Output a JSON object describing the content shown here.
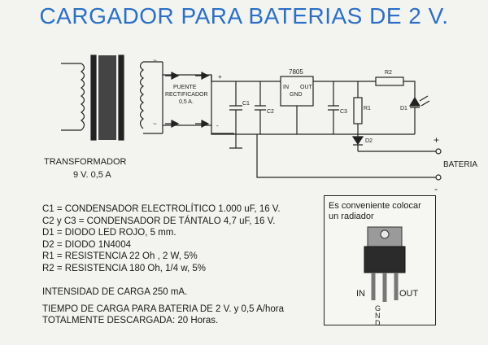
{
  "title": "CARGADOR PARA BATERIAS DE 2 V.",
  "schematic": {
    "rectifier": [
      "PUENTE",
      "RECTIFICADOR",
      "0,5 A."
    ],
    "regulator": "7805",
    "reg_in": "IN",
    "reg_out": "OUT",
    "reg_gnd": "GND",
    "c1": "C1",
    "c2": "C2",
    "c3": "C3",
    "r1": "R1",
    "r2": "R2",
    "d1": "D1",
    "d2": "D2",
    "plus_top": "+",
    "plus_batt": "+",
    "minus_batt": "-",
    "tilde_top": "~",
    "tilde_bottom": "~",
    "minus_bridge": "-",
    "battery": "BATERIA",
    "transformer": "TRANSFORMADOR",
    "transformer_spec": "9 V. 0,5 A"
  },
  "legend": [
    "C1 = CONDENSADOR ELECTROLÍTICO 1.000 uF, 16 V.",
    "C2 y C3 = CONDENSADOR DE TÁNTALO 4,7 uF, 16 V.",
    "D1 = DIODO LED ROJO, 5 mm.",
    "D2 = DIODO 1N4004",
    "R1 = RESISTENCIA 22 Oh , 2 W, 5%",
    "R2 = RESISTENCIA 180 Oh, 1/4 w, 5%"
  ],
  "notes": {
    "current": "INTENSIDAD DE CARGA 250 mA.",
    "time_1": "TIEMPO DE CARGA PARA BATERIA DE 2 V. y 0,5 A/hora",
    "time_2": "TOTALMENTE DESCARGADA: 20 Horas."
  },
  "heatsink_box": {
    "line1": "Es conveniente colocar",
    "line2": "un radiador",
    "pin_in": "IN",
    "pin_out": "OUT",
    "pin_gnd": "GND"
  }
}
